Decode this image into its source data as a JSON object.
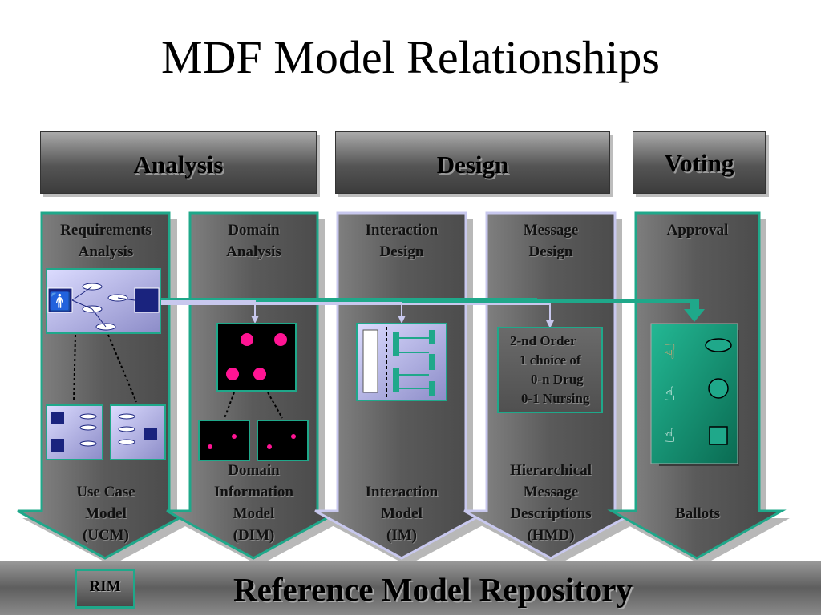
{
  "title": "MDF Model Relationships",
  "phases": {
    "analysis": "Analysis",
    "design": "Design",
    "voting": "Voting"
  },
  "columns": {
    "c1": {
      "top": [
        "Requirements",
        "Analysis"
      ],
      "bottom": [
        "Use Case",
        "Model",
        "(UCM)"
      ]
    },
    "c2": {
      "top": [
        "Domain",
        "Analysis"
      ],
      "bottom": [
        "Domain",
        "Information",
        "Model",
        "(DIM)"
      ]
    },
    "c3": {
      "top": [
        "Interaction",
        "Design"
      ],
      "bottom": [
        "Interaction",
        "Model",
        "(IM)"
      ]
    },
    "c4": {
      "top": [
        "Message",
        "Design"
      ],
      "bottom": [
        "Hierarchical",
        "Message",
        "Descriptions",
        "(HMD)"
      ]
    },
    "c5": {
      "top": [
        "Approval"
      ],
      "bottom": [
        "Ballots"
      ]
    }
  },
  "message_box": [
    "2-nd Order",
    "1 choice of",
    "0-n Drug",
    "0-1 Nursing"
  ],
  "footer": {
    "rim": "RIM",
    "repository": "Reference Model Repository"
  },
  "colors": {
    "teal": "#1fa88a",
    "lavender": "#c8c8ee",
    "navy": "#1a237e",
    "magenta": "#ff1493"
  }
}
